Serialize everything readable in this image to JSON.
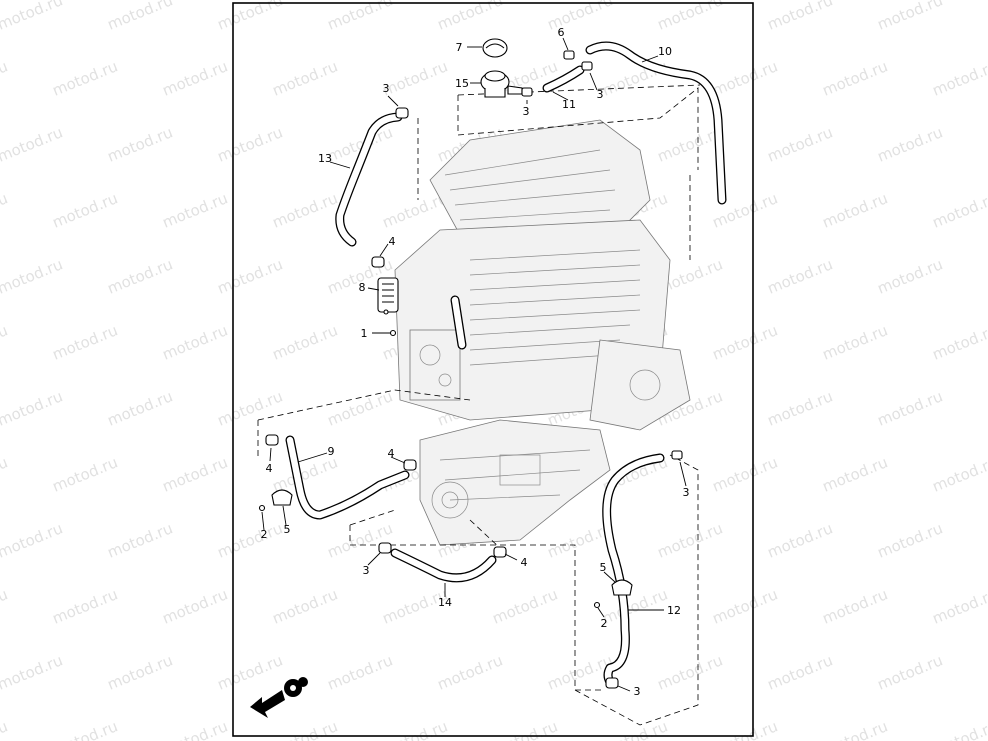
{
  "watermark": "motod.ru",
  "callouts": [
    {
      "id": "c7",
      "text": "7"
    },
    {
      "id": "c6",
      "text": "6"
    },
    {
      "id": "c10",
      "text": "10"
    },
    {
      "id": "c15",
      "text": "15"
    },
    {
      "id": "c3a",
      "text": "3"
    },
    {
      "id": "c3b",
      "text": "3"
    },
    {
      "id": "c11",
      "text": "11"
    },
    {
      "id": "c3c",
      "text": "3"
    },
    {
      "id": "c13",
      "text": "13"
    },
    {
      "id": "c4a",
      "text": "4"
    },
    {
      "id": "c8",
      "text": "8"
    },
    {
      "id": "c1",
      "text": "1"
    },
    {
      "id": "c9",
      "text": "9"
    },
    {
      "id": "c4b",
      "text": "4"
    },
    {
      "id": "c4c",
      "text": "4"
    },
    {
      "id": "c5a",
      "text": "5"
    },
    {
      "id": "c2a",
      "text": "2"
    },
    {
      "id": "c3d",
      "text": "3"
    },
    {
      "id": "c3e",
      "text": "3"
    },
    {
      "id": "c14",
      "text": "14"
    },
    {
      "id": "c4d",
      "text": "4"
    },
    {
      "id": "c5b",
      "text": "5"
    },
    {
      "id": "c12",
      "text": "12"
    },
    {
      "id": "c2b",
      "text": "2"
    },
    {
      "id": "c3f",
      "text": "3"
    }
  ]
}
